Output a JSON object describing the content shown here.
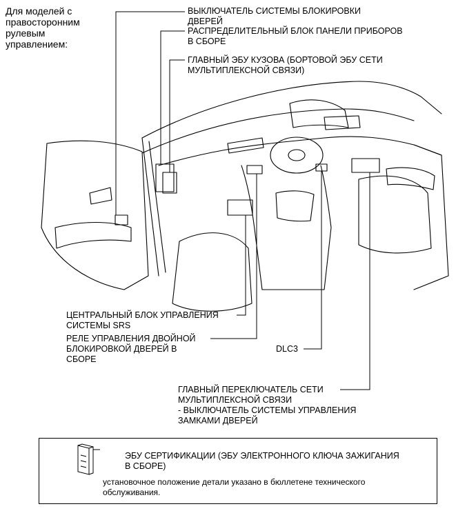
{
  "heading": "Для моделей с\nправосторонним\nрулевым\nуправлением:",
  "labels": {
    "door_lock_switch": "ВЫКЛЮЧАТЕЛЬ СИСТЕМЫ БЛОКИРОВКИ\nДВЕРЕЙ",
    "instrument_junction_block": "РАСПРЕДЕЛИТЕЛЬНЫЙ БЛОК ПАНЕЛИ ПРИБОРОВ\nВ СБОРЕ",
    "main_body_ecu": "ГЛАВНЫЙ ЭБУ КУЗОВА (БОРТОВОЙ ЭБУ СЕТИ\nМУЛЬТИПЛЕКСНОЙ СВЯЗИ)",
    "srs_center_unit": "ЦЕНТРАЛЬНЫЙ БЛОК УПРАВЛЕНИЯ\nСИСТЕМЫ SRS",
    "double_lock_relay": "РЕЛЕ УПРАВЛЕНИЯ ДВОЙНОЙ\nБЛОКИРОВКОЙ ДВЕРЕЙ В\nСБОРЕ",
    "dlc3": "DLC3",
    "multiplex_master_switch": "ГЛАВНЫЙ ПЕРЕКЛЮЧАТЕЛЬ СЕТИ\nМУЛЬТИПЛЕКСНОЙ СВЯЗИ\n- ВЫКЛЮЧАТЕЛЬ СИСТЕМЫ УПРАВЛЕНИЯ\nЗАМКАМИ ДВЕРЕЙ"
  },
  "legend": {
    "title": "ЭБУ СЕРТИФИКАЦИИ (ЭБУ ЭЛЕКТРОННОГО КЛЮЧА ЗАЖИГАНИЯ\nВ СБОРЕ)",
    "note": "установочное положение детали указано в бюллетене технического\nобслуживания."
  },
  "colors": {
    "line": "#000000",
    "background": "#ffffff"
  }
}
